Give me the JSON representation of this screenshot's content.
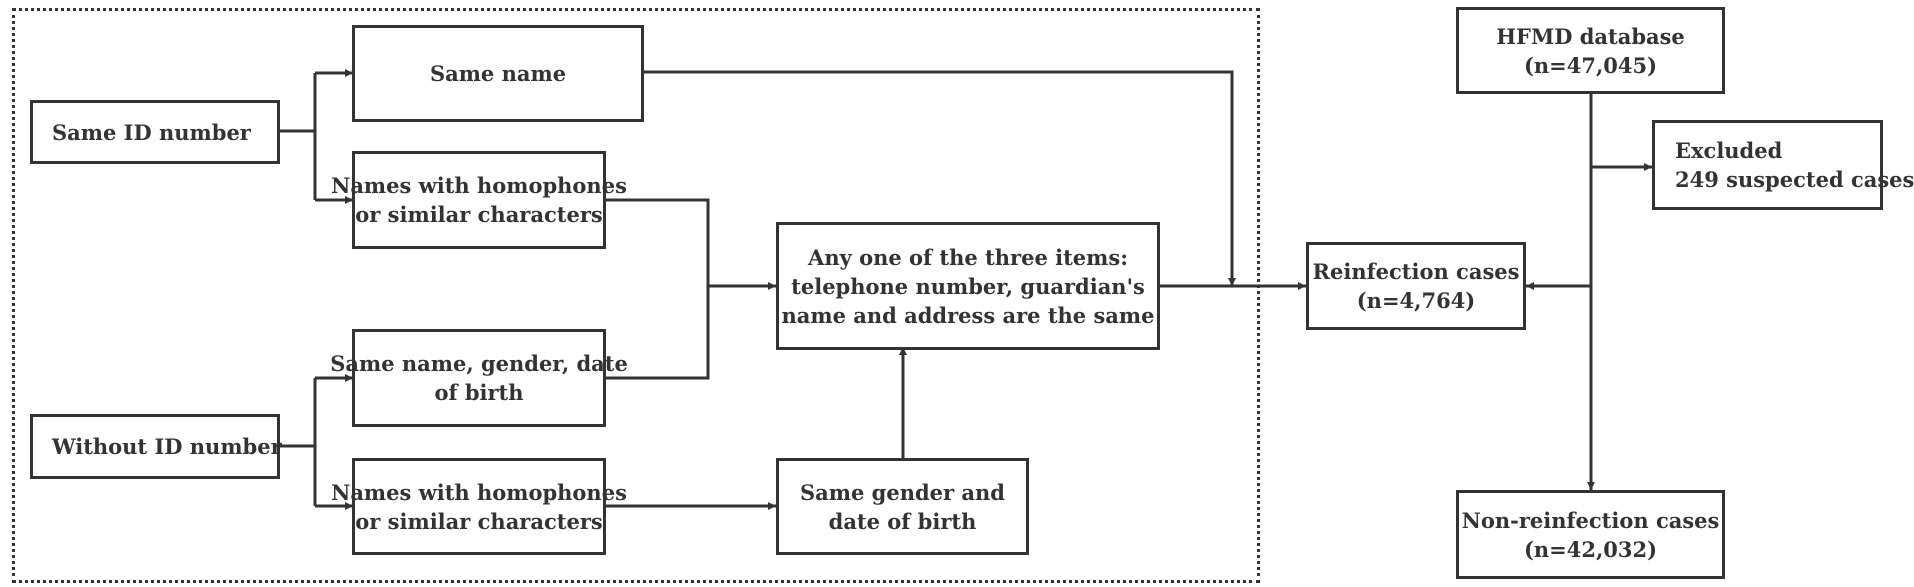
{
  "boxes": {
    "same_id": {
      "lines": [
        "Same ID number"
      ]
    },
    "without_id": {
      "lines": [
        "Without ID number"
      ]
    },
    "same_name": {
      "lines": [
        "Same name"
      ]
    },
    "homophones_top": {
      "lines": [
        "Names with homophones",
        "or similar characters"
      ]
    },
    "same_name_gender_dob": {
      "lines": [
        "Same name, gender, date",
        "of birth"
      ]
    },
    "homophones_bottom": {
      "lines": [
        "Names with homophones",
        "or similar characters"
      ]
    },
    "any_one_of_three": {
      "lines": [
        "Any one of the three items:",
        "telephone number, guardian's",
        "name and address are the same"
      ]
    },
    "same_gender_dob": {
      "lines": [
        "Same gender and",
        "date of birth"
      ]
    },
    "reinfection": {
      "lines": [
        "Reinfection cases",
        "(n=4,764)"
      ]
    },
    "hfmd_database": {
      "lines": [
        "HFMD database",
        "(n=47,045)"
      ]
    },
    "excluded": {
      "lines": [
        "Excluded",
        "249 suspected cases"
      ]
    },
    "non_reinfection": {
      "lines": [
        "Non-reinfection cases",
        "(n=42,032)"
      ]
    }
  },
  "colors": {
    "line": "#333333",
    "background": "#ffffff"
  }
}
